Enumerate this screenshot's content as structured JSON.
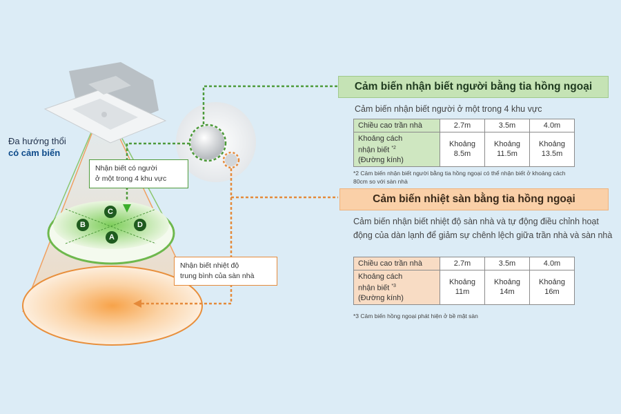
{
  "left_label": {
    "line1": "Đa hướng thổi",
    "line2": "có cảm biến"
  },
  "callouts": {
    "person": {
      "line1": "Nhận biết có người",
      "line2": "ở một trong 4 khu vực"
    },
    "floor": {
      "line1": "Nhận biết nhiệt độ",
      "line2": "trung bình của sàn nhà"
    }
  },
  "zones": [
    "A",
    "B",
    "C",
    "D"
  ],
  "sensor_person": {
    "title": "Cảm biến nhận biết người bằng tia hồng ngoại",
    "desc": "Cảm biến nhận biết người ở một trong 4 khu vực",
    "row1_label": "Chiều cao trần nhà",
    "heights": [
      "2.7m",
      "3.5m",
      "4.0m"
    ],
    "row2_label_l1": "Khoảng cách",
    "row2_label_l2": "nhận biết",
    "row2_sup": "*2",
    "row2_label_l3": "(Đường kính)",
    "cell_word": "Khoảng",
    "distances": [
      "8.5m",
      "11.5m",
      "13.5m"
    ],
    "footnote_l1": "*2 Cảm biến nhận biết người bằng tia hồng ngoại có thể nhận biết ở khoảng cách",
    "footnote_l2": "80cm so với sàn nhà"
  },
  "sensor_floor": {
    "title": "Cảm biến nhiệt sàn bằng tia hồng ngoại",
    "desc_l1": "Cảm biến nhận biết nhiệt độ sàn nhà và tự động điều chỉnh hoạt",
    "desc_l2": "động của dàn lạnh để giảm sự chênh lệch giữa trần nhà và sàn nhà",
    "row1_label": "Chiều cao trần nhà",
    "heights": [
      "2.7m",
      "3.5m",
      "4.0m"
    ],
    "row2_label_l1": "Khoảng cách",
    "row2_label_l2": "nhận biết",
    "row2_sup": "*3",
    "row2_label_l3": "(Đường kính)",
    "cell_word": "Khoảng",
    "distances": [
      "11m",
      "14m",
      "16m"
    ],
    "footnote": "*3 Cảm biến hồng ngoại phát hiện ở bề mặt sàn"
  },
  "colors": {
    "green": "#4d9a3a",
    "orange": "#e58a3a",
    "background": "#dcecf6"
  }
}
